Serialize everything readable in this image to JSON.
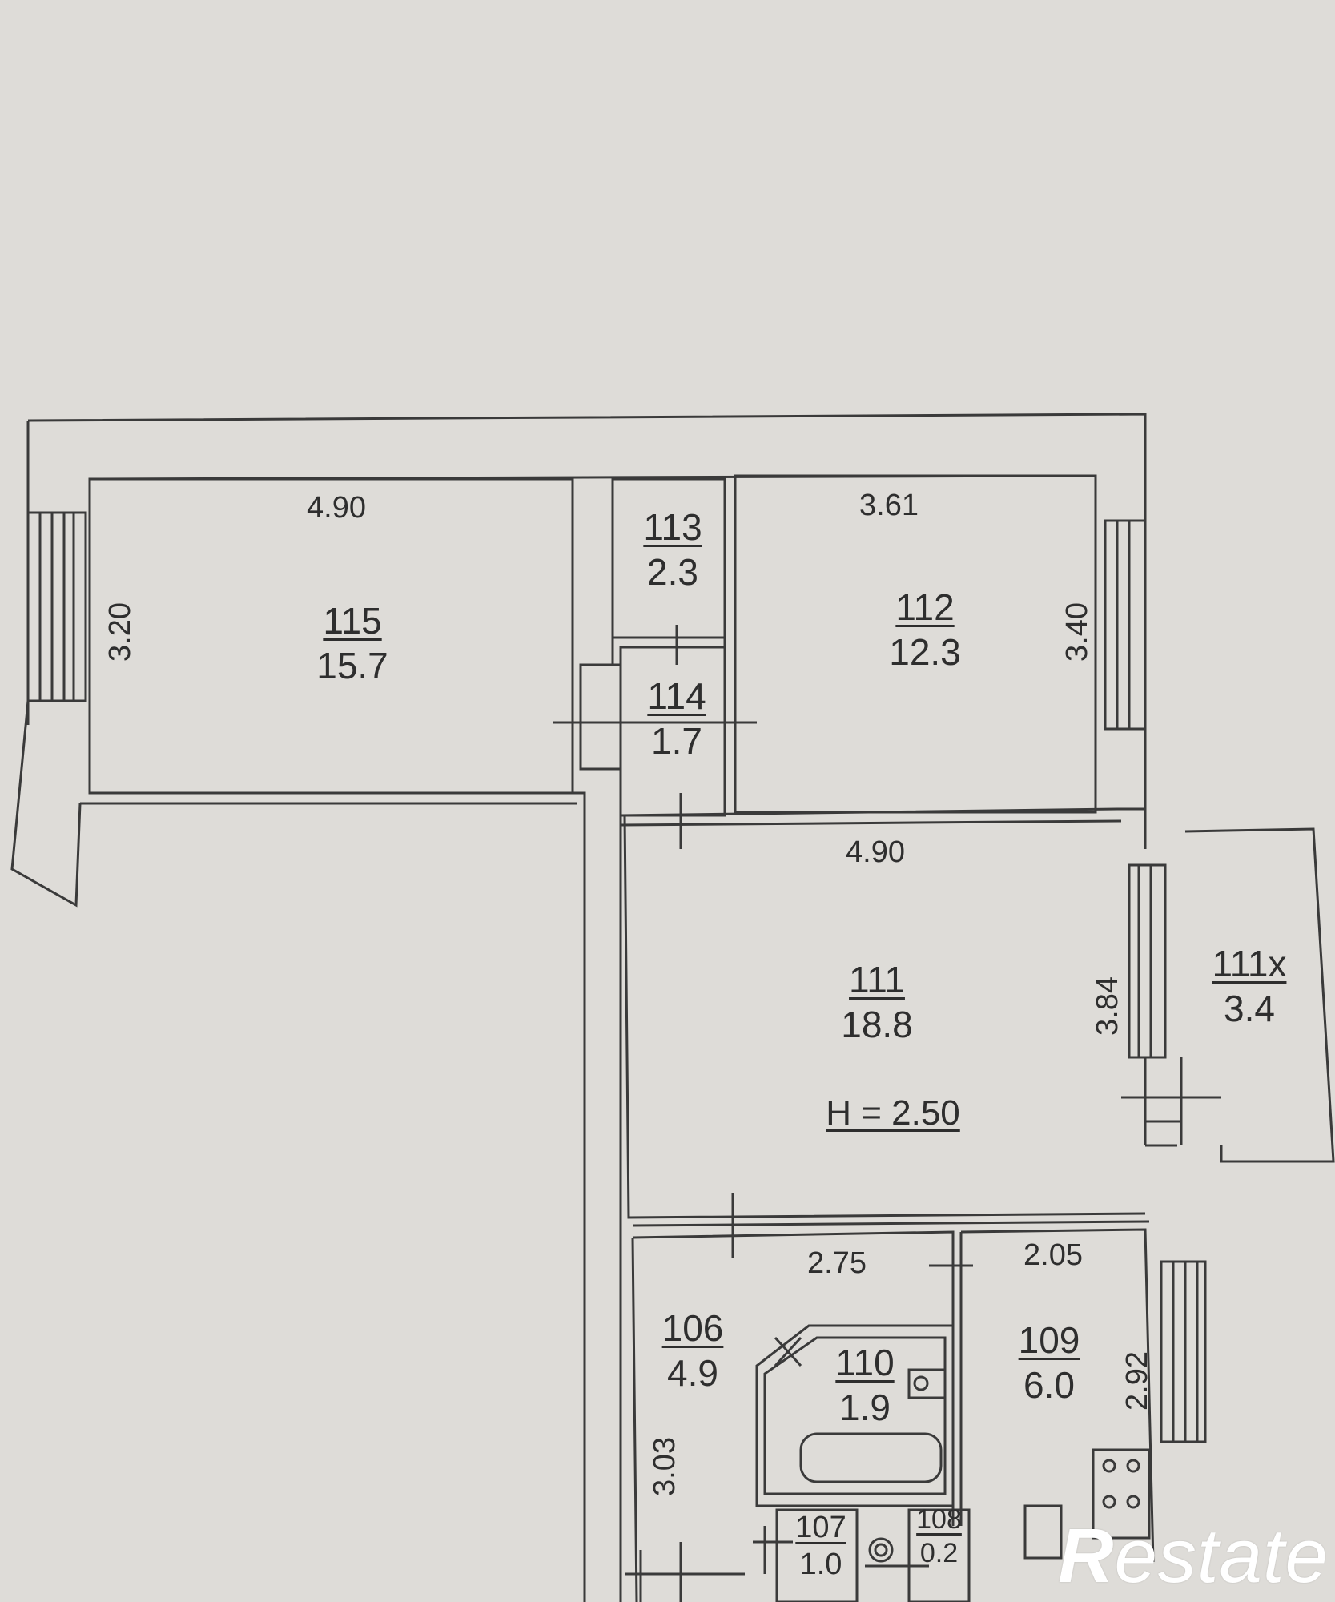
{
  "rooms": {
    "r115": {
      "number": "115",
      "area": "15.7"
    },
    "r113": {
      "number": "113",
      "area": "2.3"
    },
    "r114": {
      "number": "114",
      "area": "1.7"
    },
    "r112": {
      "number": "112",
      "area": "12.3"
    },
    "r111": {
      "number": "111",
      "area": "18.8"
    },
    "r111x": {
      "number": "111x",
      "area": "3.4"
    },
    "r106": {
      "number": "106",
      "area": "4.9"
    },
    "r110": {
      "number": "110",
      "area": "1.9"
    },
    "r109": {
      "number": "109",
      "area": "6.0"
    },
    "r107": {
      "number": "107",
      "area": "1.0"
    },
    "r108": {
      "number": "108",
      "area": "0.2"
    }
  },
  "dimensions": {
    "r115_width": "4.90",
    "r115_depth": "3.20",
    "r112_width": "3.61",
    "r112_depth": "3.40",
    "r111_width": "4.90",
    "r111_depth": "3.84",
    "r106_width": "2.75",
    "r106_depth": "3.03",
    "r109_width": "2.05",
    "r109_depth": "2.92"
  },
  "ceiling_height": "H = 2.50",
  "watermark": {
    "mark": "R",
    "text": "estate"
  }
}
